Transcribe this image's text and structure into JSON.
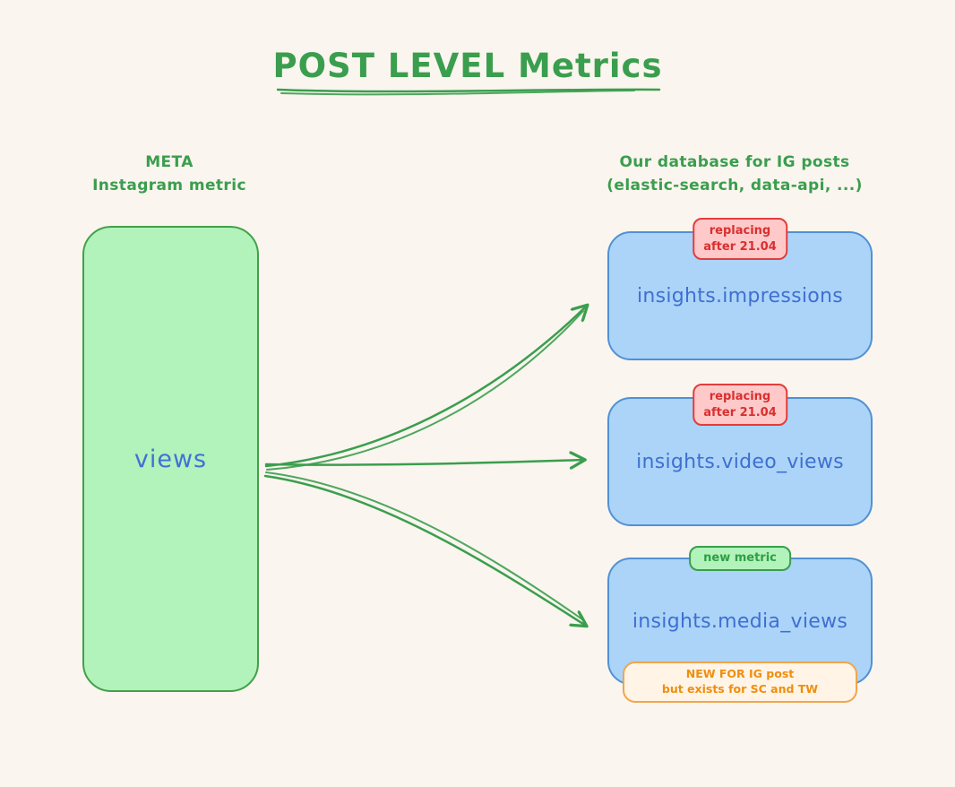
{
  "title": "POST LEVEL Metrics",
  "left": {
    "header_line1": "META",
    "header_line2": "Instagram metric",
    "node_label": "views"
  },
  "right": {
    "header_line1": "Our database for IG posts",
    "header_line2": "(elastic-search, data-api, ...)",
    "nodes": [
      {
        "label": "insights.impressions",
        "top_badge": "replacing\nafter 21.04",
        "top_badge_type": "replacing"
      },
      {
        "label": "insights.video_views",
        "top_badge": "replacing\nafter 21.04",
        "top_badge_type": "replacing"
      },
      {
        "label": "insights.media_views",
        "top_badge": "new metric",
        "top_badge_type": "new",
        "bottom_badge": "NEW FOR IG post\nbut exists for SC and TW"
      }
    ]
  },
  "colors": {
    "background": "#faf5ee",
    "green": "#3a9e4e",
    "green_fill": "#b2f2bb",
    "blue_fill": "#abd4f8",
    "blue_stroke": "#5191d3",
    "blue_text": "#3f6fd1",
    "red": "#d92f2f",
    "red_fill": "#ffc9c9",
    "orange": "#ef8e0e",
    "orange_fill": "#fff4e6"
  }
}
